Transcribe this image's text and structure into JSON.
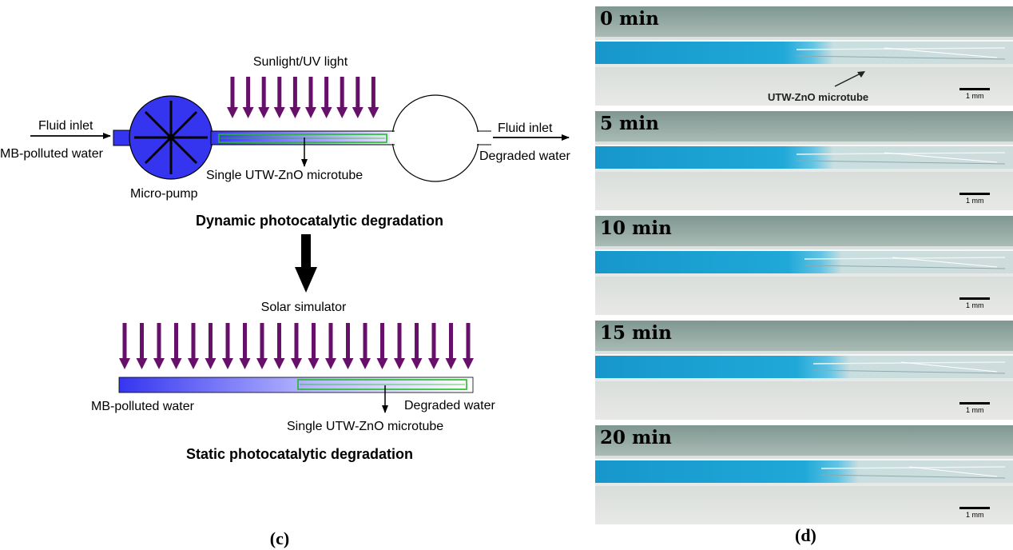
{
  "diagram_c": {
    "light_top": "Sunlight/UV light",
    "fluid_inlet_left": "Fluid inlet",
    "mb_water_left": "MB-polluted water",
    "micro_pump": "Micro-pump",
    "microtube_top": "Single UTW-ZnO microtube",
    "fluid_inlet_right": "Fluid inlet",
    "degraded_water_right": "Degraded water",
    "dynamic_title": "Dynamic photocatalytic degradation",
    "solar_simulator": "Solar simulator",
    "mb_water_bottom": "MB-polluted water",
    "degraded_water_bottom": "Degraded water",
    "microtube_bottom": "Single UTW-ZnO microtube",
    "static_title": "Static photocatalytic degradation",
    "panel_label": "(c)"
  },
  "micrographs_d": {
    "panels": [
      {
        "time": "0 min",
        "blue_fraction": 0.52
      },
      {
        "time": "5 min",
        "blue_fraction": 0.52
      },
      {
        "time": "10 min",
        "blue_fraction": 0.54
      },
      {
        "time": "15 min",
        "blue_fraction": 0.56
      },
      {
        "time": "20 min",
        "blue_fraction": 0.58
      }
    ],
    "scale_bar": "1 mm",
    "microtube_label": "UTW-ZnO microtube",
    "panel_label": "(d)"
  },
  "colors": {
    "arrow_purple": "#66106a",
    "pump_blue": "#3535f0",
    "tube_blue_start": "#3c3cf0",
    "tube_blue_end": "#e8e8ff",
    "microtube_green": "#22bb22",
    "dye_blue": "#1ea8d8",
    "photo_bg": "#c8d0cc"
  }
}
